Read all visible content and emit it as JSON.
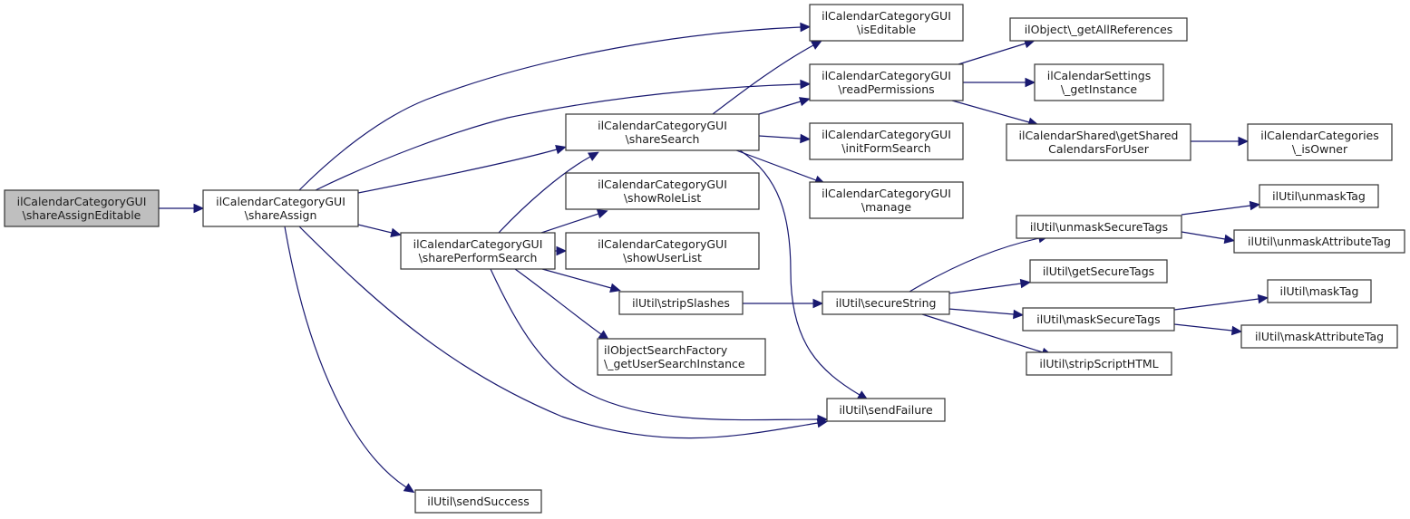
{
  "diagram": {
    "type": "call-graph",
    "colors": {
      "edge": "#191970",
      "node_border": "#333333",
      "root_fill": "#bfbfbf",
      "node_fill": "#ffffff"
    },
    "nodes": [
      {
        "id": "shareAssignEditable",
        "lines": [
          "ilCalendarCategoryGUI",
          "\\shareAssignEditable"
        ],
        "root": true
      },
      {
        "id": "shareAssign",
        "lines": [
          "ilCalendarCategoryGUI",
          "\\shareAssign"
        ]
      },
      {
        "id": "isEditable",
        "lines": [
          "ilCalendarCategoryGUI",
          "\\isEditable"
        ]
      },
      {
        "id": "readPermissions",
        "lines": [
          "ilCalendarCategoryGUI",
          "\\readPermissions"
        ]
      },
      {
        "id": "shareSearch",
        "lines": [
          "ilCalendarCategoryGUI",
          "\\shareSearch"
        ]
      },
      {
        "id": "initFormSearch",
        "lines": [
          "ilCalendarCategoryGUI",
          "\\initFormSearch"
        ]
      },
      {
        "id": "manage",
        "lines": [
          "ilCalendarCategoryGUI",
          "\\manage"
        ]
      },
      {
        "id": "showRoleList",
        "lines": [
          "ilCalendarCategoryGUI",
          "\\showRoleList"
        ]
      },
      {
        "id": "sharePerformSearch",
        "lines": [
          "ilCalendarCategoryGUI",
          "\\sharePerformSearch"
        ]
      },
      {
        "id": "showUserList",
        "lines": [
          "ilCalendarCategoryGUI",
          "\\showUserList"
        ]
      },
      {
        "id": "stripSlashes",
        "lines": [
          "ilUtil\\stripSlashes"
        ]
      },
      {
        "id": "getUserSearchInstance",
        "lines": [
          "ilObjectSearchFactory",
          "\\_getUserSearchInstance"
        ],
        "align": "left"
      },
      {
        "id": "sendFailure",
        "lines": [
          "ilUtil\\sendFailure"
        ]
      },
      {
        "id": "sendSuccess",
        "lines": [
          "ilUtil\\sendSuccess"
        ]
      },
      {
        "id": "getAllReferences",
        "lines": [
          "ilObject\\_getAllReferences"
        ]
      },
      {
        "id": "getInstance",
        "lines": [
          "ilCalendarSettings",
          "\\_getInstance"
        ]
      },
      {
        "id": "getSharedCalendarsForUser",
        "lines": [
          "ilCalendarShared\\getShared",
          "CalendarsForUser"
        ]
      },
      {
        "id": "isOwner",
        "lines": [
          "ilCalendarCategories",
          "\\_isOwner"
        ]
      },
      {
        "id": "secureString",
        "lines": [
          "ilUtil\\secureString"
        ]
      },
      {
        "id": "unmaskSecureTags",
        "lines": [
          "ilUtil\\unmaskSecureTags"
        ]
      },
      {
        "id": "getSecureTags",
        "lines": [
          "ilUtil\\getSecureTags"
        ]
      },
      {
        "id": "maskSecureTags",
        "lines": [
          "ilUtil\\maskSecureTags"
        ]
      },
      {
        "id": "stripScriptHTML",
        "lines": [
          "ilUtil\\stripScriptHTML"
        ]
      },
      {
        "id": "unmaskTag",
        "lines": [
          "ilUtil\\unmaskTag"
        ]
      },
      {
        "id": "unmaskAttributeTag",
        "lines": [
          "ilUtil\\unmaskAttributeTag"
        ]
      },
      {
        "id": "maskTag",
        "lines": [
          "ilUtil\\maskTag"
        ]
      },
      {
        "id": "maskAttributeTag",
        "lines": [
          "ilUtil\\maskAttributeTag"
        ]
      }
    ],
    "edges": [
      {
        "from": "shareAssignEditable",
        "to": "shareAssign"
      },
      {
        "from": "shareAssign",
        "to": "isEditable"
      },
      {
        "from": "shareAssign",
        "to": "readPermissions"
      },
      {
        "from": "shareAssign",
        "to": "shareSearch"
      },
      {
        "from": "shareAssign",
        "to": "sharePerformSearch"
      },
      {
        "from": "shareAssign",
        "to": "sendFailure"
      },
      {
        "from": "shareAssign",
        "to": "sendSuccess"
      },
      {
        "from": "shareSearch",
        "to": "isEditable"
      },
      {
        "from": "shareSearch",
        "to": "readPermissions"
      },
      {
        "from": "shareSearch",
        "to": "initFormSearch"
      },
      {
        "from": "shareSearch",
        "to": "manage"
      },
      {
        "from": "shareSearch",
        "to": "sendFailure"
      },
      {
        "from": "sharePerformSearch",
        "to": "shareSearch"
      },
      {
        "from": "sharePerformSearch",
        "to": "showRoleList"
      },
      {
        "from": "sharePerformSearch",
        "to": "showUserList"
      },
      {
        "from": "sharePerformSearch",
        "to": "stripSlashes"
      },
      {
        "from": "sharePerformSearch",
        "to": "getUserSearchInstance"
      },
      {
        "from": "sharePerformSearch",
        "to": "sendFailure"
      },
      {
        "from": "readPermissions",
        "to": "getAllReferences"
      },
      {
        "from": "readPermissions",
        "to": "getInstance"
      },
      {
        "from": "readPermissions",
        "to": "getSharedCalendarsForUser"
      },
      {
        "from": "getSharedCalendarsForUser",
        "to": "isOwner"
      },
      {
        "from": "stripSlashes",
        "to": "secureString"
      },
      {
        "from": "secureString",
        "to": "unmaskSecureTags"
      },
      {
        "from": "secureString",
        "to": "getSecureTags"
      },
      {
        "from": "secureString",
        "to": "maskSecureTags"
      },
      {
        "from": "secureString",
        "to": "stripScriptHTML"
      },
      {
        "from": "unmaskSecureTags",
        "to": "unmaskTag"
      },
      {
        "from": "unmaskSecureTags",
        "to": "unmaskAttributeTag"
      },
      {
        "from": "maskSecureTags",
        "to": "maskTag"
      },
      {
        "from": "maskSecureTags",
        "to": "maskAttributeTag"
      }
    ]
  }
}
